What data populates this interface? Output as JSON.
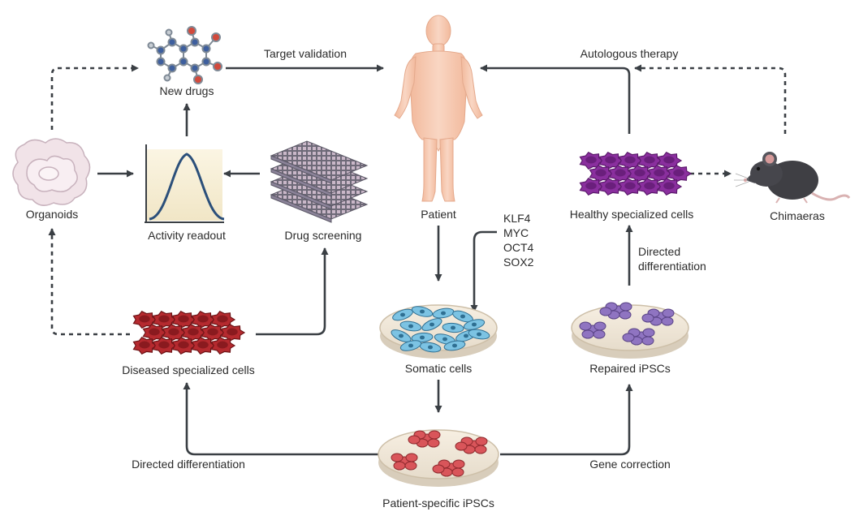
{
  "nodes": {
    "new_drugs": "New drugs",
    "patient": "Patient",
    "organoids": "Organoids",
    "activity_readout": "Activity readout",
    "drug_screening": "Drug screening",
    "healthy_cells": "Healthy specialized cells",
    "chimaeras": "Chimaeras",
    "diseased_cells": "Diseased specialized cells",
    "somatic_cells": "Somatic cells",
    "repaired_ipscs": "Repaired iPSCs",
    "patient_ipscs": "Patient-specific iPSCs"
  },
  "edges": {
    "target_validation": "Target validation",
    "autologous_therapy": "Autologous therapy",
    "directed_diff_right_1": "Directed",
    "directed_diff_right_2": "differentiation",
    "directed_diff_bottom": "Directed differentiation",
    "gene_correction": "Gene correction"
  },
  "factors": [
    "KLF4",
    "MYC",
    "OCT4",
    "SOX2"
  ],
  "colors": {
    "arrow": "#3a3f44",
    "skin": "#f6c9b1",
    "diseased": "#b52a2f",
    "healthy": "#8a2f9e",
    "somatic": "#7cc3e3",
    "ipsc_red": "#d9555a",
    "ipsc_purple": "#8f74c1",
    "mouse": "#3f3f44",
    "curve": "#2b4f7a"
  }
}
